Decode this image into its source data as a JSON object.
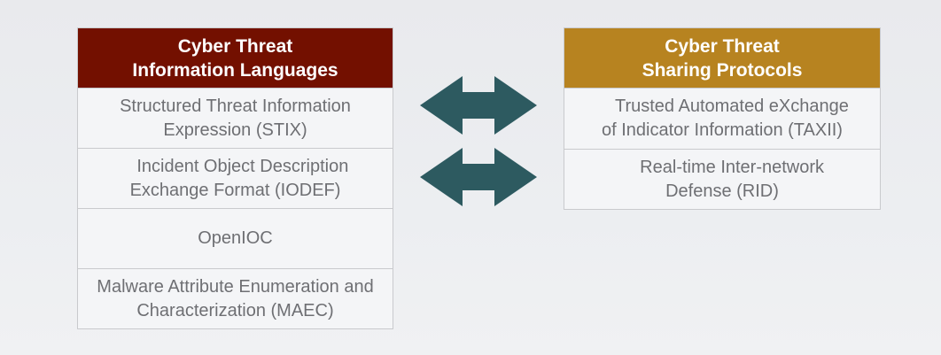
{
  "languages_panel": {
    "title_line1": "Cyber Threat",
    "title_line2": "Information Languages",
    "header_color": "#731000",
    "items": [
      {
        "line1": "Structured Threat Information",
        "line2": "Expression (STIX)"
      },
      {
        "line1": "   Incident Object Description",
        "line2": "Exchange Format (IODEF)"
      },
      {
        "line1": "OpenIOC",
        "line2": ""
      },
      {
        "line1": "Malware Attribute Enumeration and",
        "line2": "Characterization (MAEC)"
      }
    ]
  },
  "protocols_panel": {
    "title_line1": "Cyber Threat",
    "title_line2": "Sharing Protocols",
    "header_color": "#b78320",
    "items": [
      {
        "line1": "    Trusted Automated eXchange",
        "line2": "of Indicator Information (TAXII)"
      },
      {
        "line1": "    Real-time Inter-network",
        "line2": "Defense (RID)"
      }
    ]
  },
  "connector": {
    "icon": "double-headed-arrow-icon",
    "color": "#2d5a60"
  }
}
